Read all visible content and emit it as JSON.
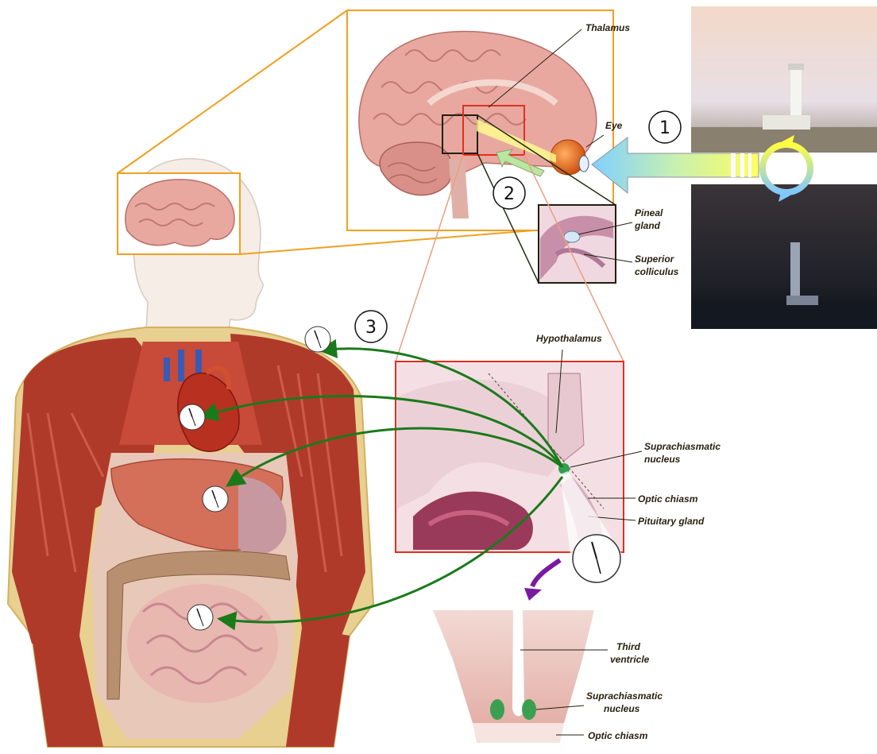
{
  "labels": {
    "thalamus": "Thalamus",
    "eye": "Eye",
    "pineal_1": "Pineal",
    "pineal_2": "gland",
    "superior_1": "Superior",
    "superior_2": "colliculus",
    "hypothalamus": "Hypothalamus",
    "scn_1": "Suprachiasmatic",
    "scn_2": "nucleus",
    "optic_chiasm": "Optic chiasm",
    "pituitary": "Pituitary gland",
    "third_1": "Third",
    "third_2": "ventricle",
    "scn_bottom_1": "Suprachiasmatic",
    "scn_bottom_2": "nucleus",
    "optic_chiasm_bottom": "Optic chiasm"
  },
  "steps": [
    "1",
    "2",
    "3"
  ],
  "colors": {
    "frame_orange": "#f0a020",
    "frame_red": "#e03020",
    "arrow_green": "#1a7a1a",
    "arrow_purple": "#7a1aa0",
    "muscle": "#b03a2a",
    "skin": "#f6ede6",
    "brain": "#e8a8a0"
  }
}
